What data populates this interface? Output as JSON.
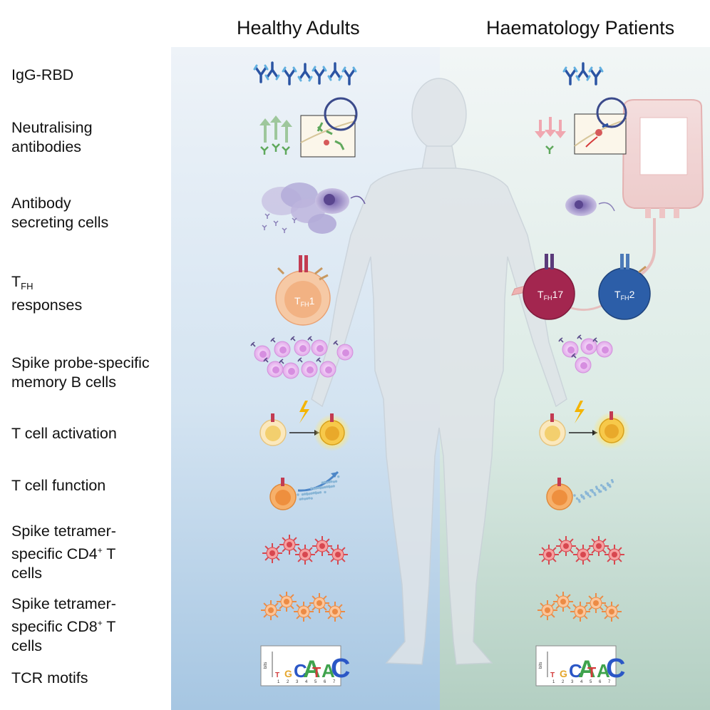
{
  "columns": {
    "left_title": "Healthy Adults",
    "right_title": "Haematology Patients"
  },
  "rows": [
    {
      "label_lines": [
        "IgG-RBD"
      ]
    },
    {
      "label_lines": [
        "Neutralising",
        "antibodies"
      ]
    },
    {
      "label_lines": [
        "Antibody",
        "secreting cells"
      ]
    },
    {
      "label_lines": [
        "T",
        "responses"
      ],
      "sub": "FH"
    },
    {
      "label_lines": [
        "Spike probe-specific",
        "memory B cells"
      ]
    },
    {
      "label_lines": [
        "T cell activation"
      ]
    },
    {
      "label_lines": [
        "T cell function"
      ]
    },
    {
      "label_lines": [
        "Spike tetramer-",
        "specific CD4",
        "cells"
      ],
      "sup": "+",
      "sup_after": " T"
    },
    {
      "label_lines": [
        "Spike tetramer-",
        "specific CD8",
        "cells"
      ],
      "sup": "+",
      "sup_after": " T"
    },
    {
      "label_lines": [
        "TCR motifs"
      ]
    }
  ],
  "cell_labels": {
    "tfh1": "T",
    "tfh1_sub": "FH",
    "tfh1_num": "1",
    "tfh17_num": "17",
    "tfh2_num": "2"
  },
  "logo": {
    "letters": [
      "T",
      "G",
      "C",
      "A",
      "T",
      "A",
      "C"
    ],
    "axis_label": "bits",
    "ticks": [
      "1",
      "2",
      "3",
      "4",
      "5",
      "6",
      "7"
    ]
  },
  "colors": {
    "left_bg_top": "#e9f1f8",
    "left_bg_bottom": "#a9c9e4",
    "right_bg_top": "#f0f5f5",
    "right_bg_bottom": "#b4cfc3",
    "antibody_blue": "#2b54a3",
    "neutral_green": "#5fa85c",
    "down_red": "#e07a86",
    "asc_purple": "#7b6ab3",
    "tfh1_orange": "#f3a977",
    "tfh17_magenta": "#a3264f",
    "tfh2_blue": "#2c5ea8",
    "bcell_pink": "#e7b8ec",
    "tcell_yellow": "#f5d272",
    "tcell_orange": "#f19a4a",
    "tetramer_red": "#e06060",
    "tetramer_orange": "#f2a56a",
    "body_silhouette": "#d8dde2"
  }
}
